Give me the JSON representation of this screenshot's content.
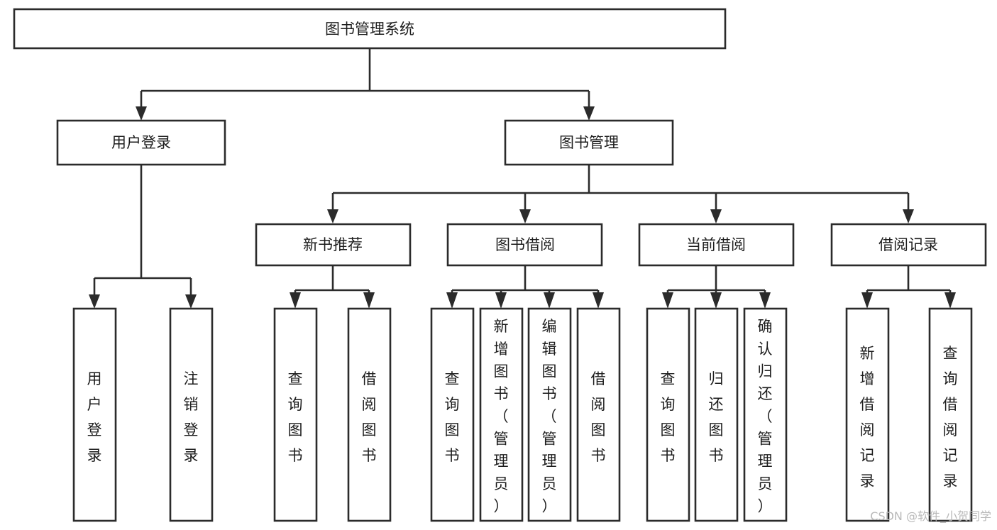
{
  "diagram": {
    "type": "tree-hierarchy",
    "orientation": "top-down",
    "title_node": {
      "label": "图书管理系统"
    },
    "level2": [
      {
        "id": "user-login",
        "label": "用户登录"
      },
      {
        "id": "book-manage",
        "label": "图书管理"
      }
    ],
    "level3": [
      {
        "id": "new-book-rec",
        "label": "新书推荐",
        "parent": "book-manage"
      },
      {
        "id": "book-borrow",
        "label": "图书借阅",
        "parent": "book-manage"
      },
      {
        "id": "current-borrow",
        "label": "当前借阅",
        "parent": "book-manage"
      },
      {
        "id": "borrow-record",
        "label": "借阅记录",
        "parent": "book-manage"
      }
    ],
    "leaves": [
      {
        "id": "leaf-user-login",
        "label": "用户登录",
        "parent": "user-login"
      },
      {
        "id": "leaf-logout",
        "label": "注销登录",
        "parent": "user-login"
      },
      {
        "id": "leaf-query-book-1",
        "label": "查询图书",
        "parent": "new-book-rec"
      },
      {
        "id": "leaf-borrow-book-1",
        "label": "借阅图书",
        "parent": "new-book-rec"
      },
      {
        "id": "leaf-query-book-2",
        "label": "查询图书",
        "parent": "book-borrow"
      },
      {
        "id": "leaf-add-book",
        "label": "新增图书（管理员）",
        "parent": "book-borrow"
      },
      {
        "id": "leaf-edit-book",
        "label": "编辑图书（管理员）",
        "parent": "book-borrow"
      },
      {
        "id": "leaf-borrow-book-2",
        "label": "借阅图书",
        "parent": "book-borrow"
      },
      {
        "id": "leaf-query-book-3",
        "label": "查询图书",
        "parent": "current-borrow"
      },
      {
        "id": "leaf-return-book",
        "label": "归还图书",
        "parent": "current-borrow"
      },
      {
        "id": "leaf-confirm-return",
        "label": "确认归还（管理员）",
        "parent": "current-borrow"
      },
      {
        "id": "leaf-add-record",
        "label": "新增借阅记录",
        "parent": "borrow-record"
      },
      {
        "id": "leaf-query-record",
        "label": "查询借阅记录",
        "parent": "borrow-record"
      }
    ],
    "colors": {
      "stroke": "#2b2b2b",
      "fill": "#ffffff",
      "text": "#1c1c1c",
      "watermark": "#b9b9b9",
      "background": "#ffffff"
    }
  },
  "watermark": {
    "text": "CSDN @软件_小贺同学"
  }
}
